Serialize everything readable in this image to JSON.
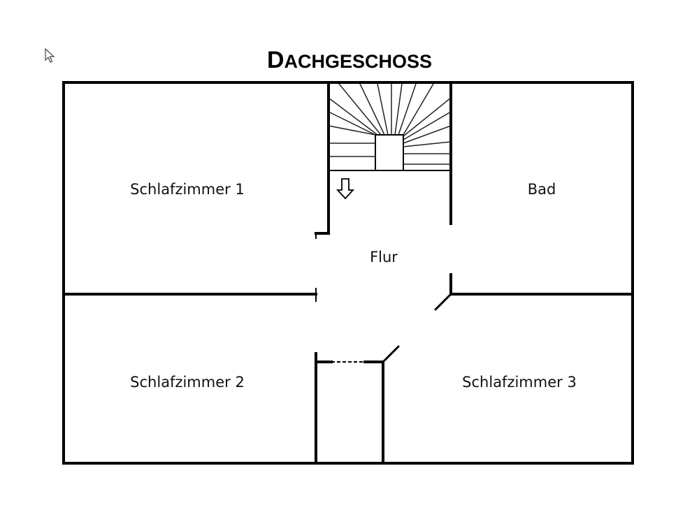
{
  "title": {
    "first_letter": "D",
    "rest": "ACHGESCHOSS"
  },
  "rooms": {
    "schlafzimmer_1": "Schlafzimmer 1",
    "bad": "Bad",
    "flur": "Flur",
    "schlafzimmer_2": "Schlafzimmer 2",
    "schlafzimmer_3": "Schlafzimmer 3"
  },
  "icons": {
    "cursor": "mouse-pointer-icon",
    "stair_direction": "arrow-down-icon"
  }
}
